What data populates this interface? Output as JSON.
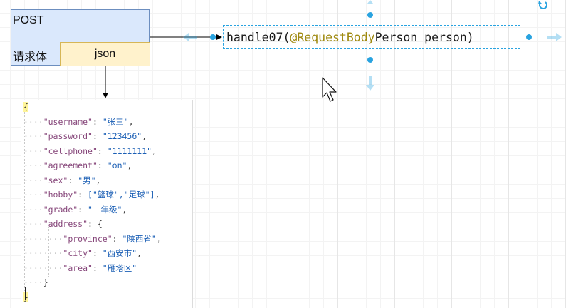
{
  "request": {
    "method": "POST",
    "body_label": "请求体",
    "body_type": "json"
  },
  "handler": {
    "name": "handle07(",
    "annotation": "@RequestBody",
    "params": " Person person)"
  },
  "json_body": [
    {
      "indent": 0,
      "key": "",
      "value": "",
      "open": "{",
      "close": ""
    },
    {
      "indent": 1,
      "key": "\"username\"",
      "value": "\"张三\"",
      "open": "",
      "close": ","
    },
    {
      "indent": 1,
      "key": "\"password\"",
      "value": "\"123456\"",
      "open": "",
      "close": ","
    },
    {
      "indent": 1,
      "key": "\"cellphone\"",
      "value": "\"1111111\"",
      "open": "",
      "close": ","
    },
    {
      "indent": 1,
      "key": "\"agreement\"",
      "value": "\"on\"",
      "open": "",
      "close": ","
    },
    {
      "indent": 1,
      "key": "\"sex\"",
      "value": "\"男\"",
      "open": "",
      "close": ","
    },
    {
      "indent": 1,
      "key": "\"hobby\"",
      "value": "[\"篮球\",\"足球\"]",
      "open": "",
      "close": ","
    },
    {
      "indent": 1,
      "key": "\"grade\"",
      "value": "\"二年级\"",
      "open": "",
      "close": ","
    },
    {
      "indent": 1,
      "key": "\"address\"",
      "value": "",
      "open": "{",
      "close": ""
    },
    {
      "indent": 2,
      "key": "\"province\"",
      "value": "\"陕西省\"",
      "open": "",
      "close": ","
    },
    {
      "indent": 2,
      "key": "\"city\"",
      "value": "\"西安市\"",
      "open": "",
      "close": ","
    },
    {
      "indent": 2,
      "key": "\"area\"",
      "value": "\"雁塔区\"",
      "open": "",
      "close": ""
    },
    {
      "indent": 1,
      "key": "",
      "value": "",
      "open": "}",
      "close": ""
    },
    {
      "indent": 0,
      "key": "",
      "value": "",
      "open": "}",
      "close": ""
    }
  ],
  "colors": {
    "request_fill": "#dae8fc",
    "request_stroke": "#6c8ebf",
    "json_fill": "#fff2cc",
    "json_stroke": "#d6b656",
    "selection": "#29a3e0",
    "json_key": "#86467a",
    "json_string": "#1b5fb5"
  }
}
